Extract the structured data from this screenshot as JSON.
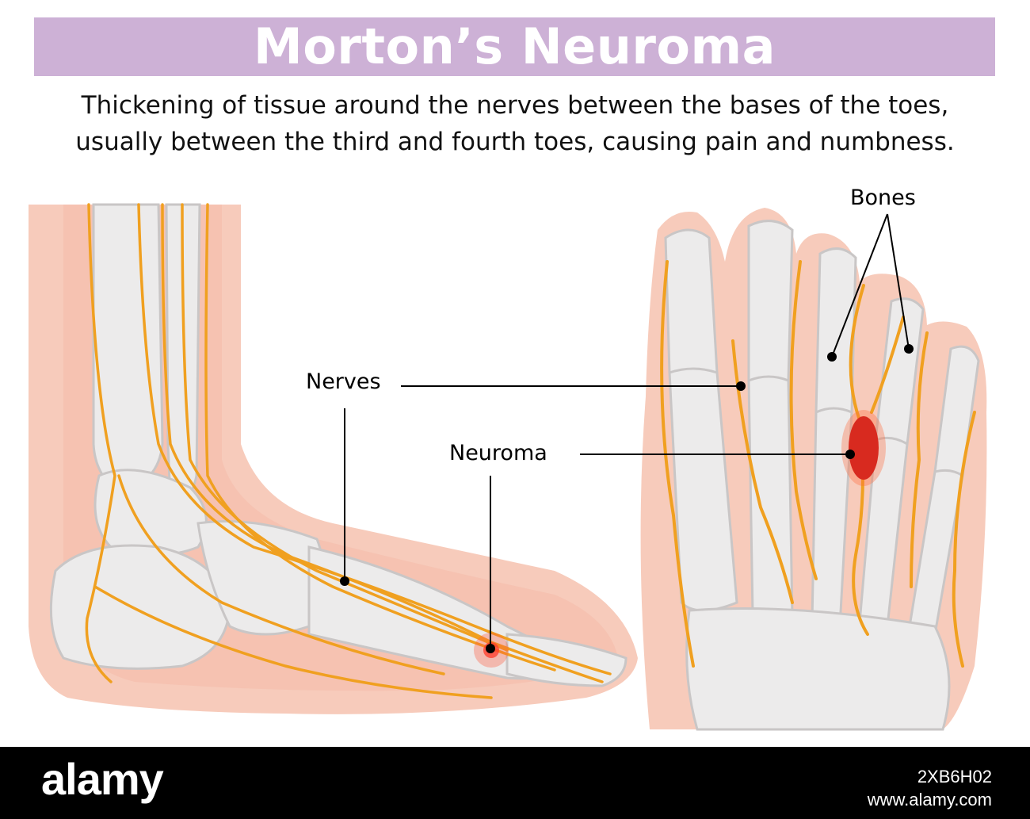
{
  "header": {
    "title": "Morton’s Neuroma",
    "description_line1": "Thickening of tissue around the nerves between the bases of the toes,",
    "description_line2": "usually between the third and fourth toes, causing pain and numbness."
  },
  "labels": {
    "nerves": "Nerves",
    "neuroma": "Neuroma",
    "bones": "Bones"
  },
  "colors": {
    "title_band": "#cdb1d6",
    "skin": "#f7cbbb",
    "bone": "#ecebeb",
    "nerve": "#f0a020",
    "neuroma": "#d82a1f"
  },
  "footer": {
    "logo": "alamy",
    "image_id": "2XB6H02",
    "site": "www.alamy.com"
  }
}
